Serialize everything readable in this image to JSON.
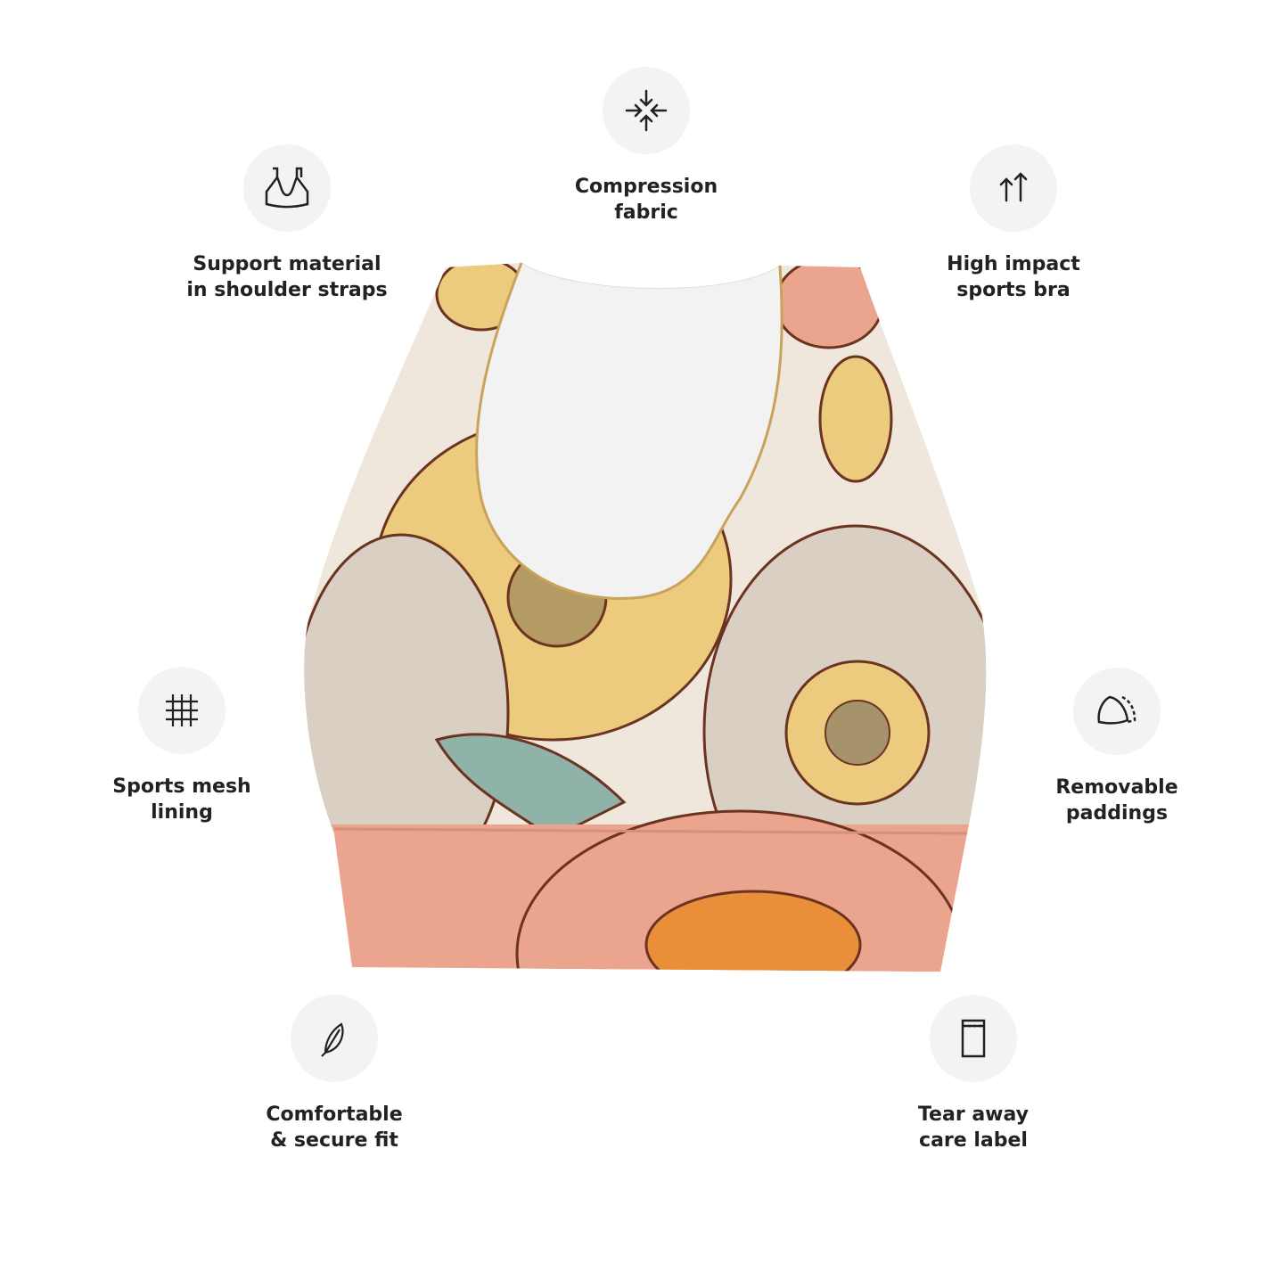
{
  "features": [
    {
      "id": "compression",
      "icon": "compress-arrows-icon",
      "lines": [
        "Compression",
        "fabric"
      ]
    },
    {
      "id": "support",
      "icon": "bra-straps-icon",
      "lines": [
        "Support material",
        "in shoulder straps"
      ]
    },
    {
      "id": "high-impact",
      "icon": "up-arrows-icon",
      "lines": [
        "High impact",
        "sports bra"
      ]
    },
    {
      "id": "mesh",
      "icon": "mesh-icon",
      "lines": [
        "Sports mesh",
        "lining"
      ]
    },
    {
      "id": "paddings",
      "icon": "padding-icon",
      "lines": [
        "Removable",
        "paddings"
      ]
    },
    {
      "id": "fit",
      "icon": "feather-icon",
      "lines": [
        "Comfortable",
        "& secure fit"
      ]
    },
    {
      "id": "label",
      "icon": "care-label-icon",
      "lines": [
        "Tear away",
        "care label"
      ]
    }
  ],
  "colors": {
    "icon_bg": "#f3f3f3",
    "text": "#222222",
    "band": "#eba48d",
    "cream": "#efe6dc",
    "yellow": "#eccb7e",
    "outline": "#6b3320"
  }
}
